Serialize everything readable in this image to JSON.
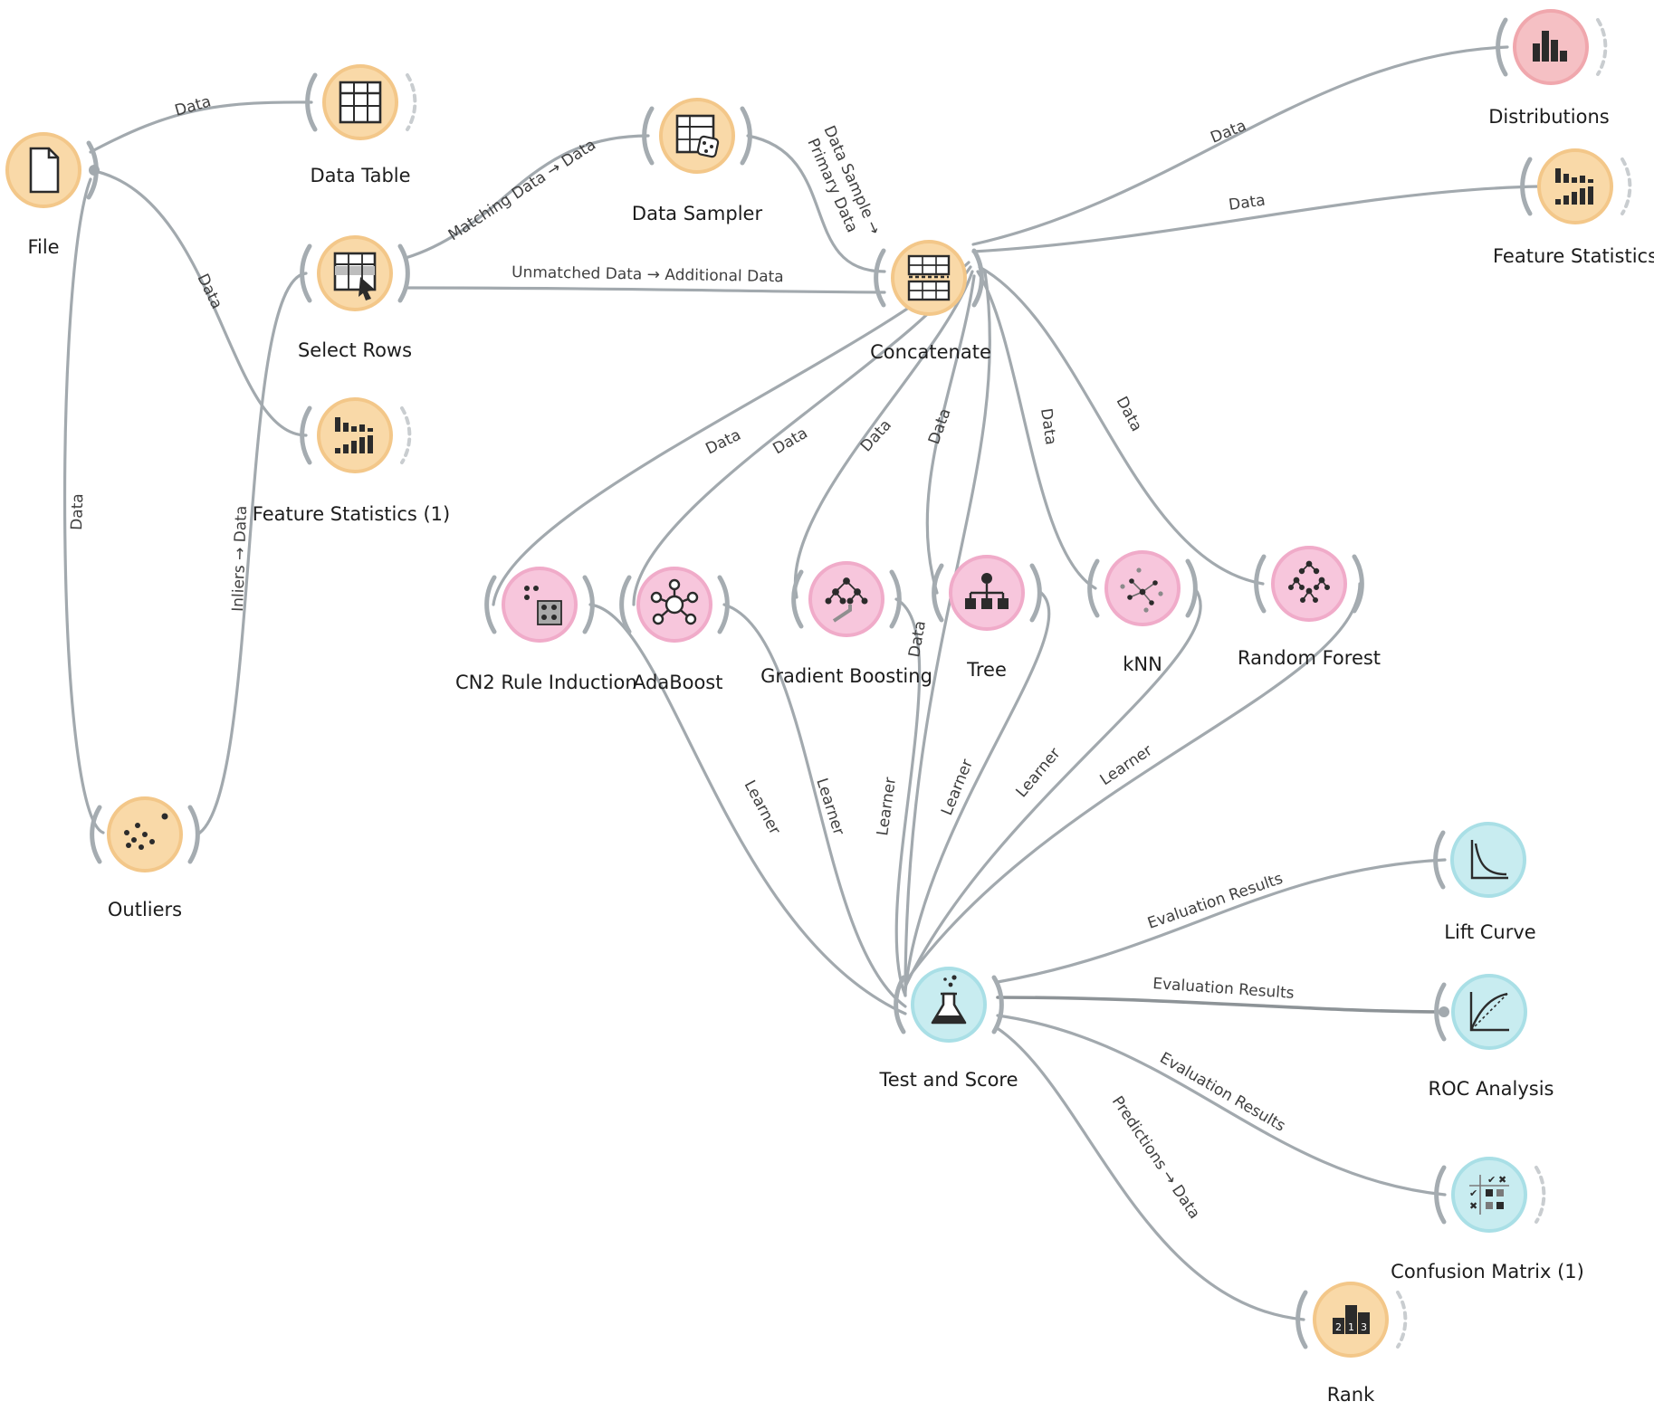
{
  "colors": {
    "data": "#f9d9a8",
    "data_ring": "#f3c789",
    "visualize": "#f5c0c4",
    "model": "#f7c6dc",
    "evaluate": "#c8ecf0",
    "link": "#a2a9ae",
    "icon": "#2b2b2b"
  },
  "widgets": {
    "file": {
      "label": "File",
      "icon": "file-icon",
      "category": "data"
    },
    "data_table": {
      "label": "Data Table",
      "icon": "table-icon",
      "category": "data"
    },
    "select_rows": {
      "label": "Select Rows",
      "icon": "select-rows-icon",
      "category": "data"
    },
    "feature_statistics_1": {
      "label": "Feature Statistics (1)",
      "icon": "bar-chart-icon",
      "category": "data"
    },
    "outliers": {
      "label": "Outliers",
      "icon": "scatter-dots-icon",
      "category": "data"
    },
    "data_sampler": {
      "label": "Data Sampler",
      "icon": "dice-table-icon",
      "category": "data"
    },
    "concatenate": {
      "label": "Concatenate",
      "icon": "concatenate-icon",
      "category": "data"
    },
    "distributions": {
      "label": "Distributions",
      "icon": "histogram-icon",
      "category": "visualize"
    },
    "feature_statistics": {
      "label": "Feature Statistics",
      "icon": "bar-chart-icon",
      "category": "data"
    },
    "cn2": {
      "label": "CN2 Rule Induction",
      "icon": "rules-icon",
      "category": "model"
    },
    "adaboost": {
      "label": "AdaBoost",
      "icon": "network-icon",
      "category": "model"
    },
    "gradient_boosting": {
      "label": "Gradient Boosting",
      "icon": "boosting-tree-icon",
      "category": "model"
    },
    "tree": {
      "label": "Tree",
      "icon": "tree-icon",
      "category": "model"
    },
    "knn": {
      "label": "kNN",
      "icon": "knn-icon",
      "category": "model"
    },
    "random_forest": {
      "label": "Random Forest",
      "icon": "forest-icon",
      "category": "model"
    },
    "test_and_score": {
      "label": "Test and Score",
      "icon": "flask-icon",
      "category": "evaluate"
    },
    "lift_curve": {
      "label": "Lift Curve",
      "icon": "lift-curve-icon",
      "category": "evaluate"
    },
    "roc_analysis": {
      "label": "ROC Analysis",
      "icon": "roc-curve-icon",
      "category": "evaluate"
    },
    "confusion_matrix": {
      "label": "Confusion Matrix (1)",
      "icon": "confusion-matrix-icon",
      "category": "evaluate"
    },
    "rank": {
      "label": "Rank",
      "icon": "rank-icon",
      "category": "data"
    }
  },
  "links": {
    "file_to_data_table": "Data",
    "file_to_feature_statistics_1": "Data",
    "file_to_outliers": "Data",
    "outliers_to_select_rows": "Inliers → Data",
    "select_rows_to_data_sampler": "Matching Data → Data",
    "select_rows_to_concatenate": "Unmatched Data → Additional Data",
    "data_sampler_to_concatenate_line1": "Data Sample →",
    "data_sampler_to_concatenate_line2": "Primary Data",
    "concatenate_to_distributions": "Data",
    "concatenate_to_feature_statistics": "Data",
    "concatenate_to_cn2": "Data",
    "concatenate_to_adaboost": "Data",
    "concatenate_to_gradient_boosting": "Data",
    "concatenate_to_tree": "Data",
    "concatenate_to_knn": "Data",
    "concatenate_to_random_forest": "Data",
    "concatenate_to_test_and_score": "Data",
    "cn2_to_test_and_score": "Learner",
    "adaboost_to_test_and_score": "Learner",
    "gradient_boosting_to_test_and_score": "Learner",
    "tree_to_test_and_score": "Learner",
    "knn_to_test_and_score": "Learner",
    "random_forest_to_test_and_score": "Learner",
    "test_and_score_to_lift_curve": "Evaluation Results",
    "test_and_score_to_roc_analysis": "Evaluation Results",
    "test_and_score_to_confusion_matrix": "Evaluation Results",
    "test_and_score_to_rank": "Predictions → Data"
  }
}
